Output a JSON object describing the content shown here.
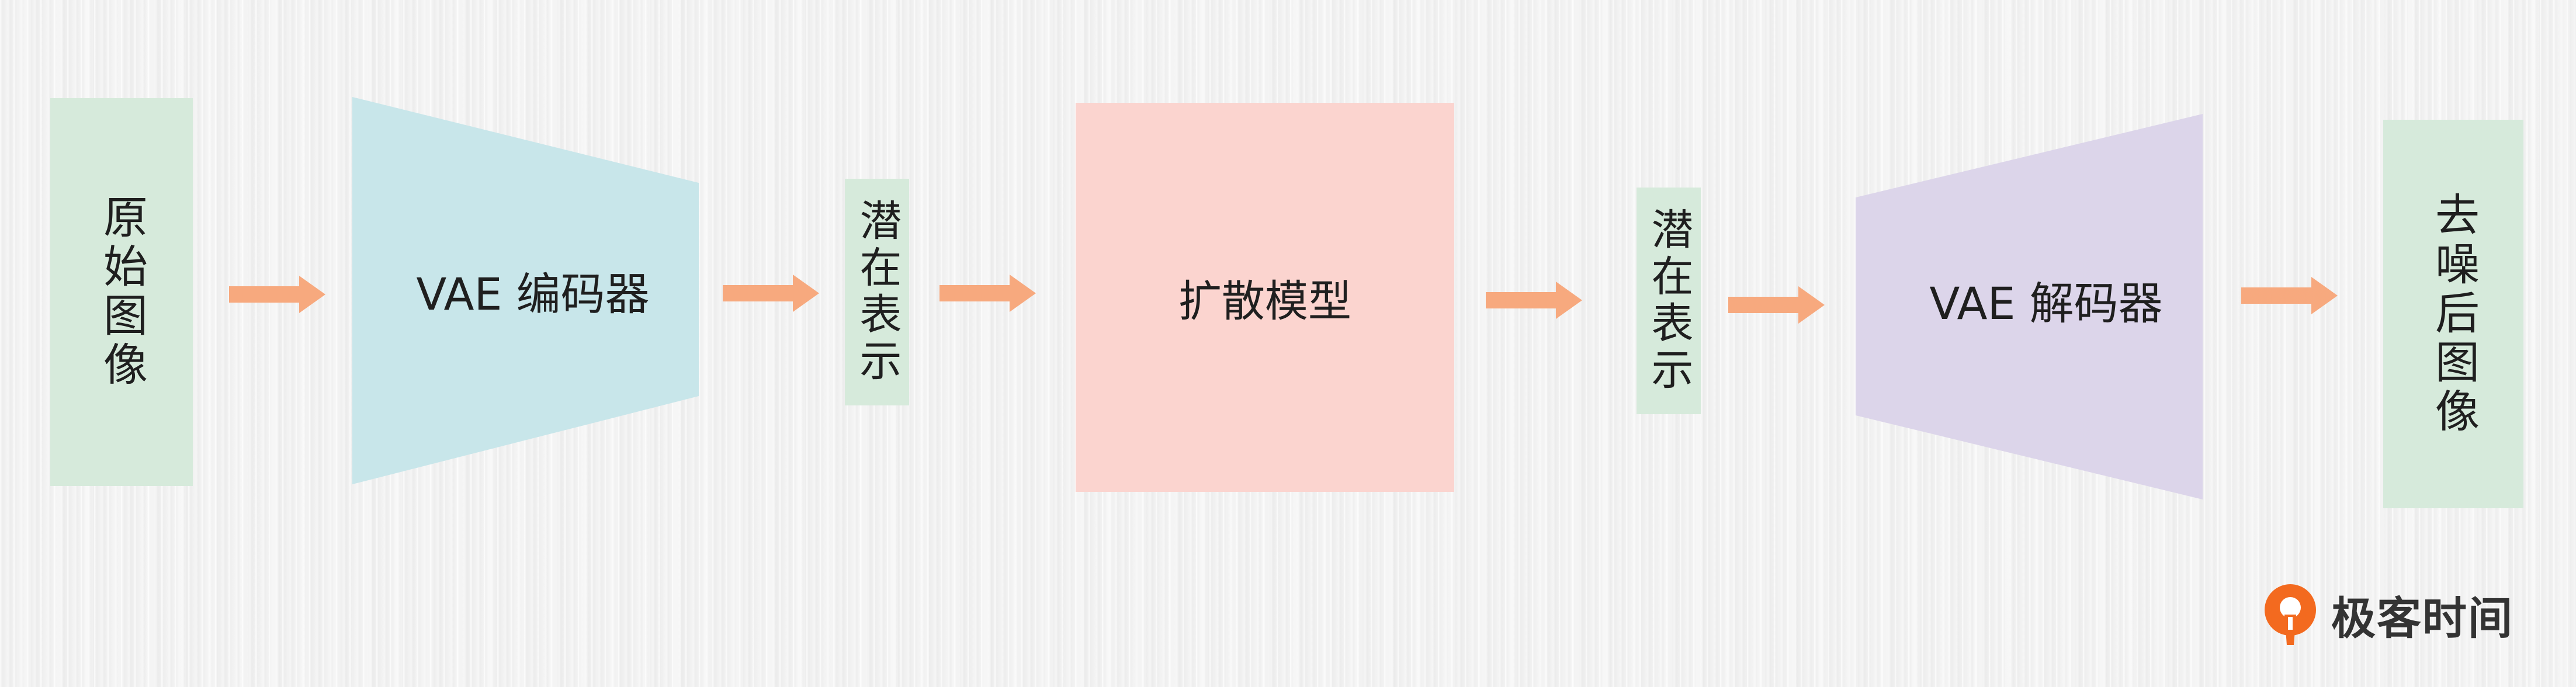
{
  "diagram": {
    "nodes": {
      "original_image": "原始图像",
      "vae_encoder": "VAE 编码器",
      "latent_1": "潜在表示",
      "diffusion_model": "扩散模型",
      "latent_2": "潜在表示",
      "vae_decoder": "VAE 解码器",
      "denoised_image": "去噪后图像"
    },
    "edges": [
      [
        "original_image",
        "vae_encoder"
      ],
      [
        "vae_encoder",
        "latent_1"
      ],
      [
        "latent_1",
        "diffusion_model"
      ],
      [
        "diffusion_model",
        "latent_2"
      ],
      [
        "latent_2",
        "vae_decoder"
      ],
      [
        "vae_decoder",
        "denoised_image"
      ]
    ]
  },
  "colors": {
    "green_box": "#d6eadb",
    "encoder": "#c8e6ea",
    "diffusion": "#fbd4cf",
    "decoder": "#dcd5ea",
    "arrow": "#f7a97e",
    "background": "#f3f3f3"
  },
  "brand": {
    "text": "极客时间",
    "icon": "geektime-logo-icon"
  }
}
